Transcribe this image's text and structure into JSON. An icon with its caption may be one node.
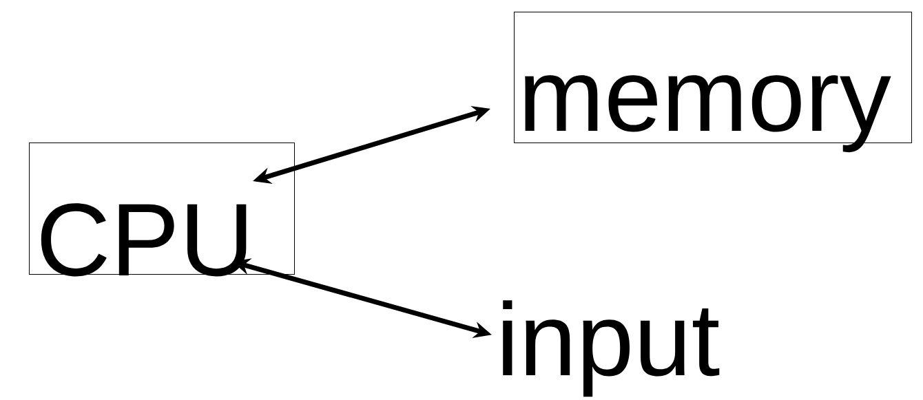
{
  "diagram": {
    "nodes": [
      {
        "text": [
          "CPU"
        ]
      },
      {
        "text": [
          "memory"
        ]
      },
      {
        "text": [
          "input"
        ]
      }
    ],
    "edges": [
      {
        "from": 0,
        "to": 1,
        "arrow": "both"
      },
      {
        "from": 0,
        "to": 2,
        "arrow": "both"
      }
    ]
  }
}
